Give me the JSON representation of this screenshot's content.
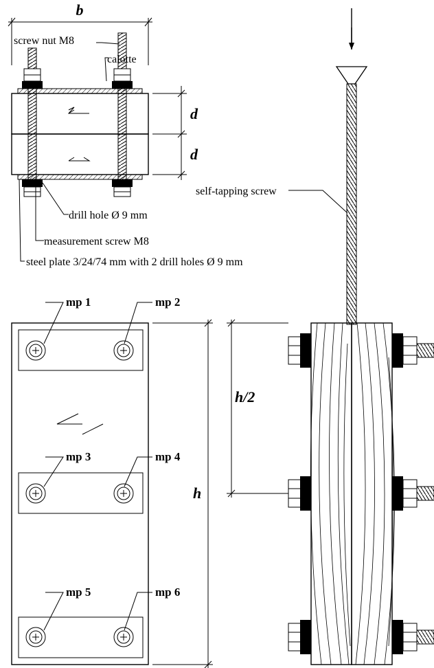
{
  "dimensions": {
    "b": "b",
    "d_top": "d",
    "d_bottom": "d",
    "h": "h",
    "h_half": "h/2"
  },
  "labels": {
    "screw_nut": "screw nut M8",
    "calotte": "calotte",
    "drill_hole": "drill hole Ø 9 mm",
    "measurement_screw": "measurement screw M8",
    "steel_plate": "steel plate 3/24/74 mm with 2 drill holes Ø 9 mm",
    "self_tapping_screw": "self-tapping screw"
  },
  "measuring_points": [
    "mp 1",
    "mp 2",
    "mp 3",
    "mp 4",
    "mp 5",
    "mp 6"
  ]
}
